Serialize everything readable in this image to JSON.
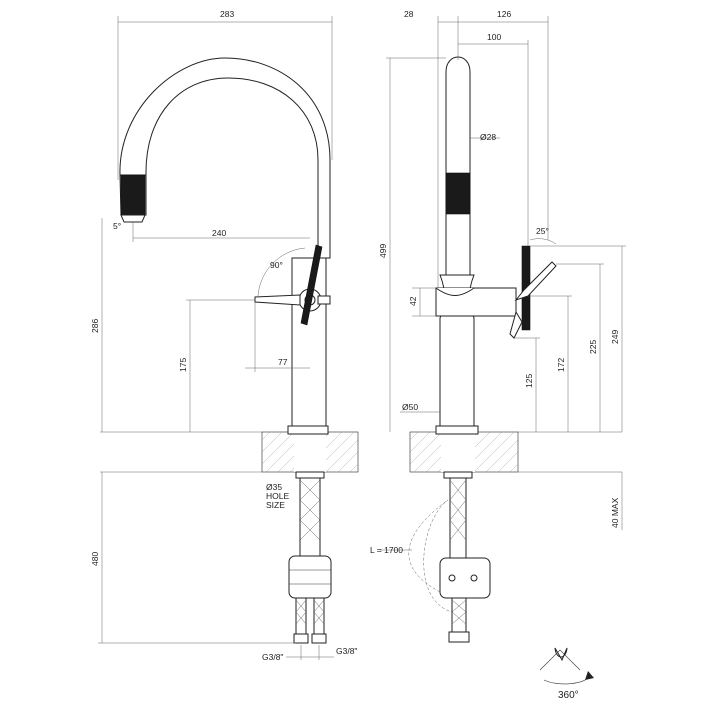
{
  "dimensions": {
    "top_width_283": "283",
    "top_28": "28",
    "top_126": "126",
    "top_100": "100",
    "dia_28": "Ø28",
    "angle_5": "5°",
    "reach_240": "240",
    "angle_90": "90°",
    "angle_25": "25°",
    "height_499": "499",
    "height_286": "286",
    "height_175": "175",
    "width_77": "77",
    "height_42": "42",
    "height_249": "249",
    "height_225": "225",
    "height_172": "172",
    "height_125": "125",
    "dia_50": "Ø50",
    "hole_35": "Ø35",
    "hole_label_1": "HOLE",
    "hole_label_2": "SIZE",
    "max_40": "40 MAX",
    "hose_length": "L = 1700",
    "depth_480": "480",
    "thread_left": "G3/8\"",
    "thread_right": "G3/8\"",
    "rotation": "360°"
  }
}
